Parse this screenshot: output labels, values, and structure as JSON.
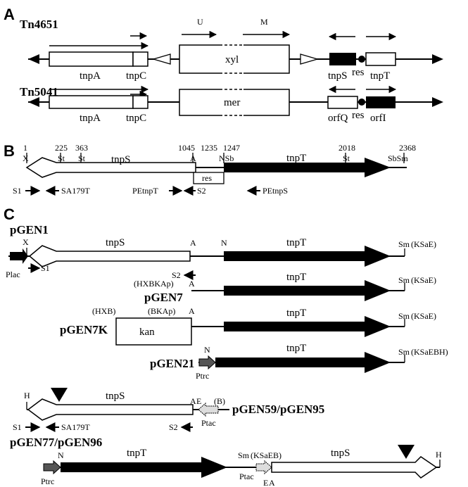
{
  "panels": [
    "A",
    "B",
    "C"
  ],
  "panelA": {
    "tn4651": {
      "name": "Tn4651",
      "genes": [
        "tnpA",
        "tnpC",
        "xyl",
        "tnpS",
        "res",
        "tnpT"
      ],
      "operon_arrows": [
        "U",
        "M"
      ]
    },
    "tn5041": {
      "name": "Tn5041",
      "genes": [
        "tnpA",
        "tnpC",
        "mer",
        "orfQ",
        "res",
        "orfI"
      ]
    }
  },
  "panelB": {
    "positions": [
      "1",
      "225",
      "363",
      "1045",
      "1235",
      "1247",
      "2018",
      "2368"
    ],
    "sites": [
      "X",
      "St",
      "St",
      "A",
      "NSb",
      "St",
      "SbSm"
    ],
    "genes": [
      "tnpS",
      "tnpT",
      "res"
    ],
    "primers": [
      "S1",
      "SA179T",
      "PEtnpT",
      "S2",
      "PEtnpS"
    ]
  },
  "panelC": {
    "pGEN1": {
      "name": "pGEN1",
      "labels": [
        "X",
        "tnpS",
        "A",
        "N",
        "tnpT",
        "Sm",
        "(KSaE)",
        "Plac",
        "S1",
        "S2"
      ]
    },
    "pGEN7": {
      "name": "pGEN7",
      "labels": [
        "(HXBKAp)",
        "A",
        "tnpT",
        "Sm",
        "(KSaE)"
      ]
    },
    "pGEN7K": {
      "name": "pGEN7K",
      "labels": [
        "(HXB)",
        "(BKAp)",
        "A",
        "kan",
        "tnpT",
        "Sm",
        "(KSaE)"
      ]
    },
    "pGEN21": {
      "name": "pGEN21",
      "labels": [
        "N",
        "tnpT",
        "Sm",
        "(KSaEBH)",
        "Ptrc"
      ]
    },
    "pGEN59": {
      "name": "pGEN59/pGEN95",
      "labels": [
        "H",
        "tnpS",
        "A",
        "E",
        "(B)",
        "Ptac",
        "S1",
        "SA179T",
        "S2"
      ]
    },
    "pGEN77": {
      "name": "pGEN77/pGEN96",
      "labels": [
        "N",
        "tnpT",
        "Sm",
        "(KSaEB)",
        "tnpS",
        "H",
        "Ptrc",
        "Ptac",
        "E",
        "A"
      ]
    }
  }
}
